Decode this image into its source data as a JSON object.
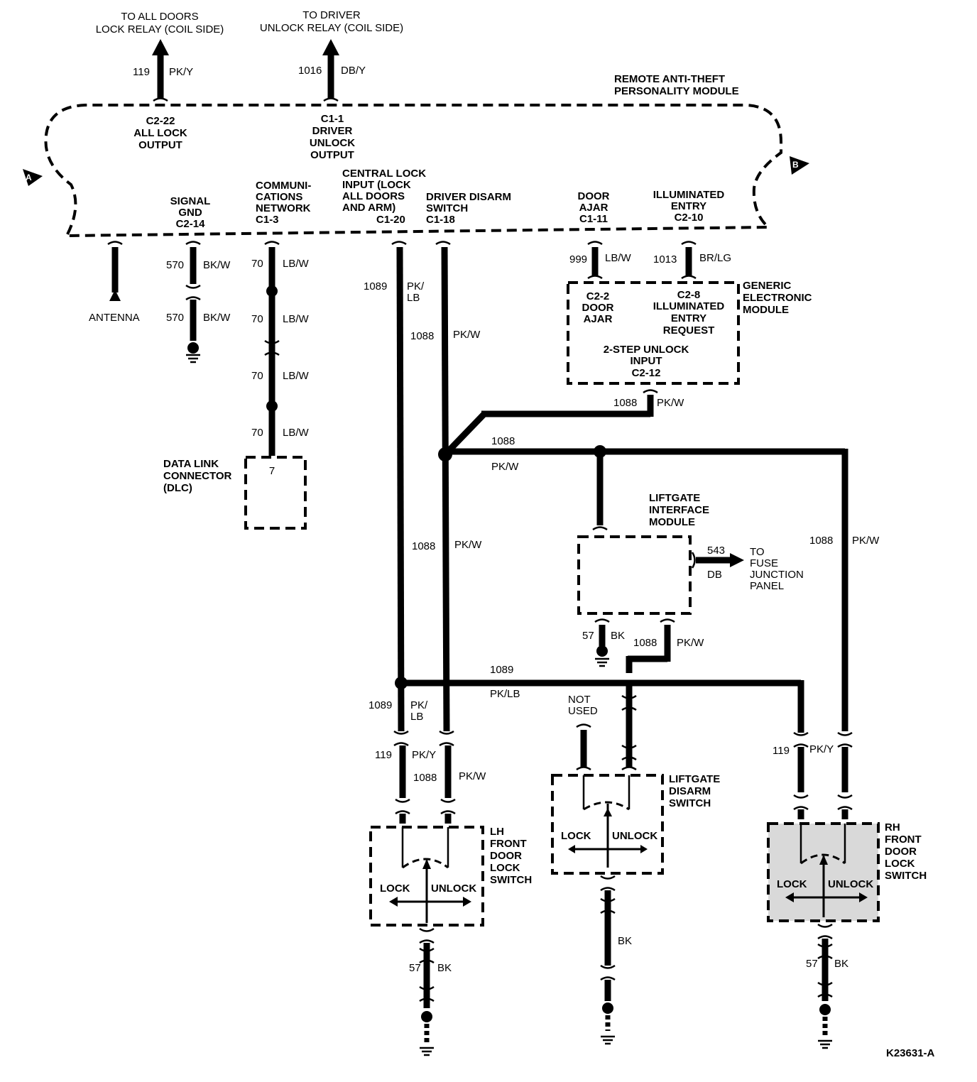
{
  "top": {
    "all_doors_1": "TO ALL DOORS",
    "all_doors_2": "LOCK RELAY (COIL SIDE)",
    "driver_1": "TO DRIVER",
    "driver_2": "UNLOCK RELAY (COIL SIDE)"
  },
  "module": {
    "title_1": "REMOTE ANTI-THEFT",
    "title_2": "PERSONALITY MODULE",
    "marker_a": "A",
    "marker_b": "B",
    "all_lock_1": "C2-22",
    "all_lock_2": "ALL LOCK",
    "all_lock_3": "OUTPUT",
    "drv_unlock_1": "C1-1",
    "drv_unlock_2": "DRIVER",
    "drv_unlock_3": "UNLOCK",
    "drv_unlock_4": "OUTPUT",
    "signal_1": "SIGNAL",
    "signal_2": "GND",
    "signal_3": "C2-14",
    "comm_1": "COMMUNI-",
    "comm_2": "CATIONS",
    "comm_3": "NETWORK",
    "comm_4": "C1-3",
    "central_1": "CENTRAL LOCK",
    "central_2": "INPUT (LOCK",
    "central_3": "ALL DOORS",
    "central_4": "AND ARM)",
    "central_5": "C1-20",
    "disarm_1": "DRIVER DISARM",
    "disarm_2": "SWITCH",
    "disarm_3": "C1-18",
    "ajar_1": "DOOR",
    "ajar_2": "AJAR",
    "ajar_3": "C1-11",
    "illum_1": "ILLUMINATED",
    "illum_2": "ENTRY",
    "illum_3": "C2-10"
  },
  "wires": {
    "w119_top": "119",
    "pky_top": "PK/Y",
    "w1016": "1016",
    "dby": "DB/Y",
    "w570a": "570",
    "bkw_a": "BK/W",
    "w570b": "570",
    "bkw_b": "BK/W",
    "w70a": "70",
    "lbw_a": "LB/W",
    "w70b": "70",
    "lbw_b": "LB/W",
    "w70c": "70",
    "lbw_c": "LB/W",
    "w70d": "70",
    "lbw_d": "LB/W",
    "w1089_top": "1089",
    "pk_top": "PK/",
    "lb_top": "LB",
    "w1088_top": "1088",
    "pkw_top": "PK/W",
    "w999": "999",
    "lbw_ajar": "LB/W",
    "w1013": "1013",
    "brlg": "BR/LG",
    "w1088_gem": "1088",
    "pkw_gem": "PK/W",
    "w1088_h": "1088",
    "pkw_h": "PK/W",
    "w1088_mid": "1088",
    "pkw_mid": "PK/W",
    "w1088_right": "1088",
    "pkw_right": "PK/W",
    "w543": "543",
    "db": "DB",
    "w57_lim": "57",
    "bk_lim": "BK",
    "w1088_lim": "1088",
    "pkw_lim": "PK/W",
    "w1089_h": "1089",
    "pklb_h": "PK/LB",
    "w1089_low": "1089",
    "pk_low": "PK/",
    "lb_low": "LB",
    "w119_low": "119",
    "pky_low": "PK/Y",
    "w1088_low": "1088",
    "pkw_low": "PK/W",
    "w119_rh": "119",
    "pky_rh": "PK/Y",
    "w57_lh": "57",
    "bk_lh": "BK",
    "bk_lift": "BK",
    "w57_rh": "57",
    "bk_rh": "BK"
  },
  "labels": {
    "antenna": "ANTENNA",
    "gem_1": "GENERIC",
    "gem_2": "ELECTRONIC",
    "gem_3": "MODULE",
    "gem_ajar_1": "C2-2",
    "gem_ajar_2": "DOOR",
    "gem_ajar_3": "AJAR",
    "gem_illum_1": "C2-8",
    "gem_illum_2": "ILLUMINATED",
    "gem_illum_3": "ENTRY",
    "gem_illum_4": "REQUEST",
    "gem_step_1": "2-STEP UNLOCK",
    "gem_step_2": "INPUT",
    "gem_step_3": "C2-12",
    "dlc_1": "DATA LINK",
    "dlc_2": "CONNECTOR",
    "dlc_3": "(DLC)",
    "dlc_pin": "7",
    "lim_1": "LIFTGATE",
    "lim_2": "INTERFACE",
    "lim_3": "MODULE",
    "fuse_1": "TO",
    "fuse_2": "FUSE",
    "fuse_3": "JUNCTION",
    "fuse_4": "PANEL",
    "not_used_1": "NOT",
    "not_used_2": "USED",
    "lift_sw_1": "LIFTGATE",
    "lift_sw_2": "DISARM",
    "lift_sw_3": "SWITCH",
    "lh_1": "LH",
    "lh_2": "FRONT",
    "lh_3": "DOOR",
    "lh_4": "LOCK",
    "lh_5": "SWITCH",
    "rh_1": "RH",
    "rh_2": "FRONT",
    "rh_3": "DOOR",
    "rh_4": "LOCK",
    "rh_5": "SWITCH",
    "lock_lh": "LOCK",
    "unlock_lh": "UNLOCK",
    "lock_lift": "LOCK",
    "unlock_lift": "UNLOCK",
    "lock_rh": "LOCK",
    "unlock_rh": "UNLOCK",
    "figure_id": "K23631-A"
  }
}
